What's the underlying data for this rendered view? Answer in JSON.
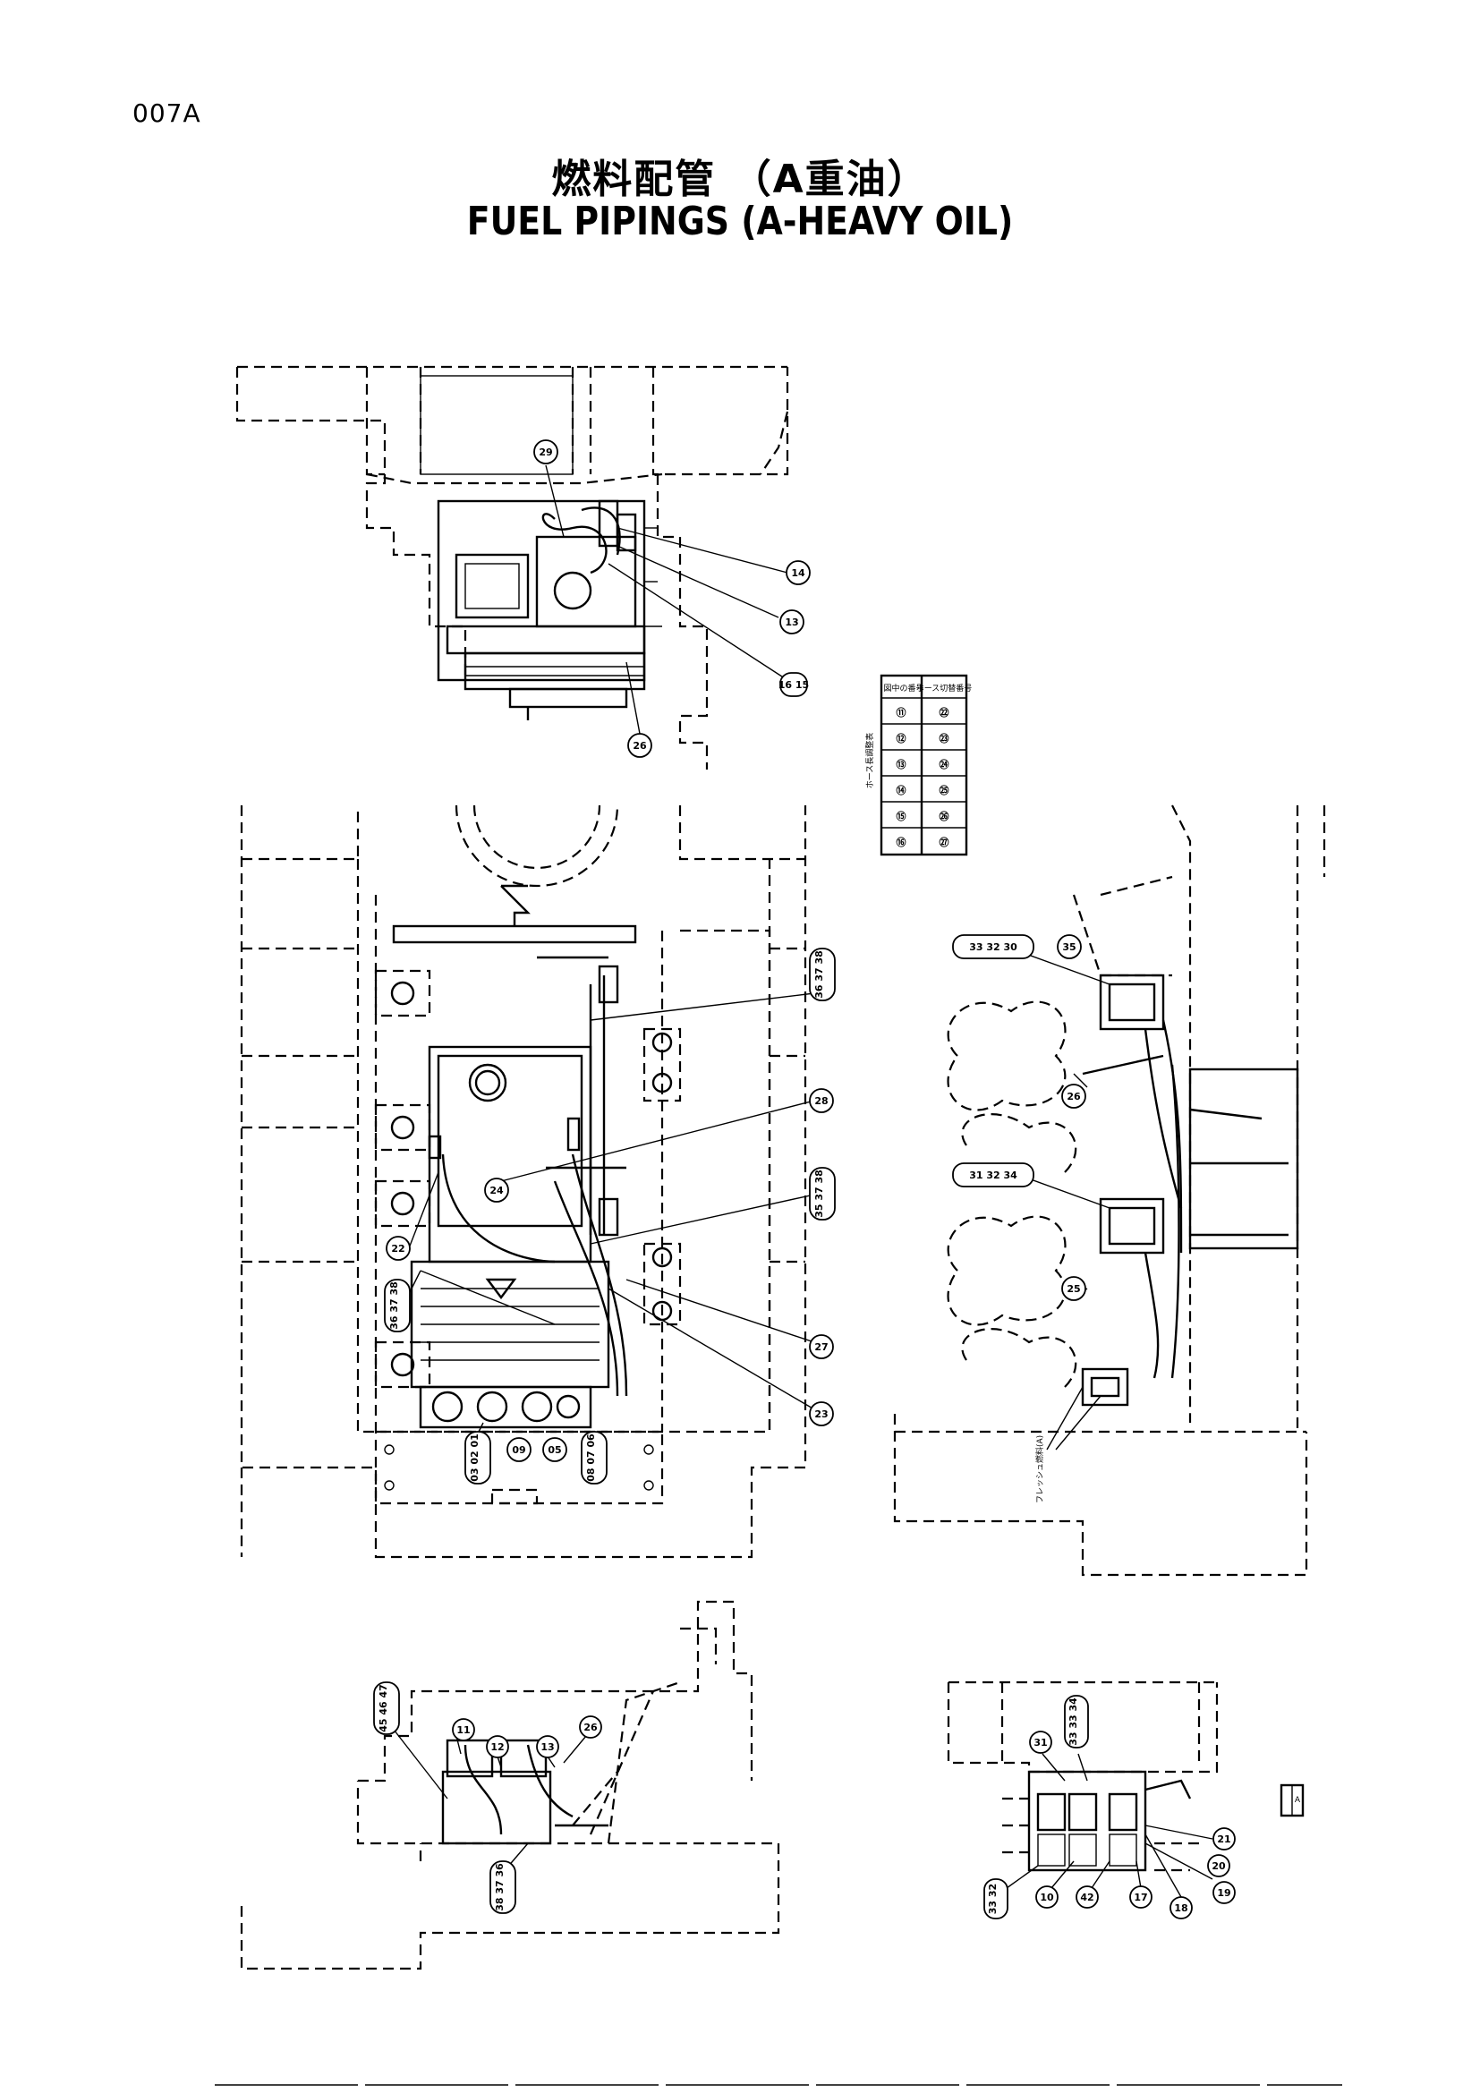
{
  "page_code": "007A",
  "title_jp": "燃料配管 （A重油）",
  "title_en": "FUEL PIPINGS (A-HEAVY OIL)",
  "hose_table": {
    "heading": "ホース長調整表",
    "col_header_left": "図中の番号",
    "col_header_right": "ホース切替番号",
    "rows": [
      {
        "left": "⑪",
        "right": "㉒"
      },
      {
        "left": "⑫",
        "right": "㉓"
      },
      {
        "left": "⑬",
        "right": "㉔"
      },
      {
        "left": "⑭",
        "right": "㉕"
      },
      {
        "left": "⑮",
        "right": "㉖"
      },
      {
        "left": "⑯",
        "right": "㉗"
      }
    ]
  },
  "views": {
    "top_view": {
      "callouts": [
        "29",
        "14",
        "13",
        "16 15",
        "26"
      ]
    },
    "plan_view": {
      "callouts": [
        "36 37 38",
        "28",
        "35 37 38",
        "22",
        "24",
        "36 37 38",
        "27",
        "23",
        "03 02 01",
        "09",
        "05",
        "08 07 06"
      ]
    },
    "side_view": {
      "callouts": [
        "33 32 30",
        "35",
        "26",
        "31 32 34",
        "25"
      ],
      "note": "フレッシュ燃料(A)"
    },
    "front_view_left": {
      "callouts": [
        "45 46 47",
        "11",
        "12",
        "26",
        "13",
        "38 37 36"
      ]
    },
    "front_view_right": {
      "callouts": [
        "31",
        "33 33 34",
        "33 32",
        "10",
        "42",
        "17",
        "18",
        "19",
        "20",
        "21"
      ]
    }
  },
  "legend_box": {
    "label": "A"
  }
}
